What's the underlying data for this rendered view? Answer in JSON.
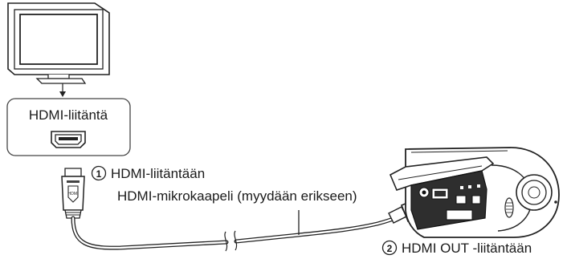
{
  "tv_port": {
    "label": "HDMI-liitäntä"
  },
  "steps": [
    {
      "number": "1",
      "text": "HDMI-liitäntään"
    },
    {
      "number": "2",
      "text": "HDMI OUT -liitäntään"
    }
  ],
  "cable": {
    "label": "HDMI-mikrokaapeli (myydään erikseen)"
  }
}
